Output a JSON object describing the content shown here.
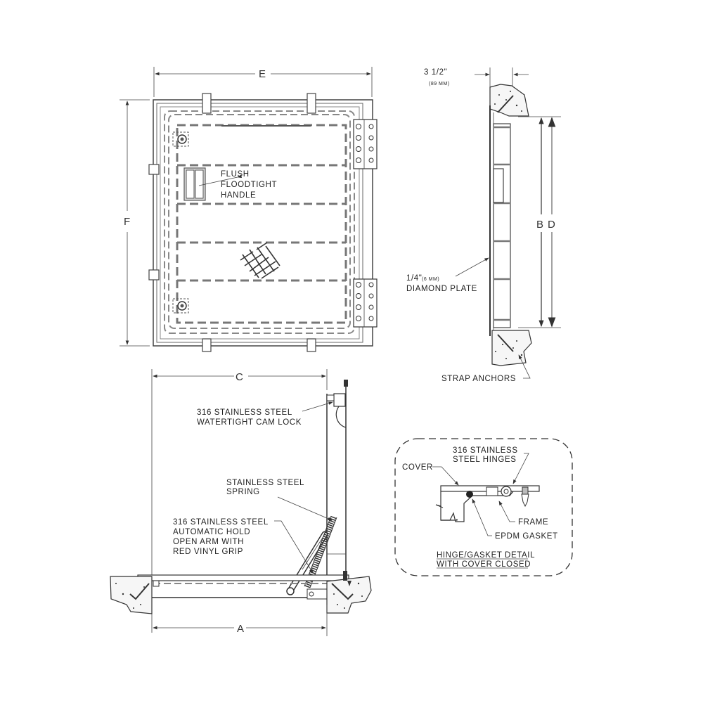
{
  "drawing": {
    "plan_view": {
      "dimensions": {
        "width": "E",
        "height": "F"
      },
      "labels": {
        "handle": [
          "FLUSH",
          "FLOODTIGHT",
          "HANDLE"
        ]
      }
    },
    "section_view": {
      "depth_label": "3 1/2\"",
      "depth_metric": "(89 MM)",
      "dimensions": {
        "inner": "B",
        "outer": "D"
      },
      "plate_label": [
        "1/4\"",
        "(6 MM)",
        "DIAMOND PLATE"
      ],
      "anchor_label": "STRAP ANCHORS"
    },
    "elevation_view": {
      "dimensions": {
        "open_width": "C",
        "frame_width": "A"
      },
      "labels": {
        "cam_lock": [
          "316 STAINLESS STEEL",
          "WATERTIGHT CAM LOCK"
        ],
        "spring": [
          "STAINLESS STEEL",
          "SPRING"
        ],
        "arm": [
          "316 STAINLESS STEEL",
          "AUTOMATIC HOLD",
          "OPEN ARM WITH",
          "RED VINYL GRIP"
        ]
      }
    },
    "detail_view": {
      "labels": {
        "hinges": [
          "316 STAINLESS",
          "STEEL HINGES"
        ],
        "cover": "COVER",
        "frame": "FRAME",
        "gasket": "EPDM GASKET"
      },
      "caption": [
        "HINGE/GASKET DETAIL",
        "WITH COVER CLOSED"
      ]
    }
  }
}
